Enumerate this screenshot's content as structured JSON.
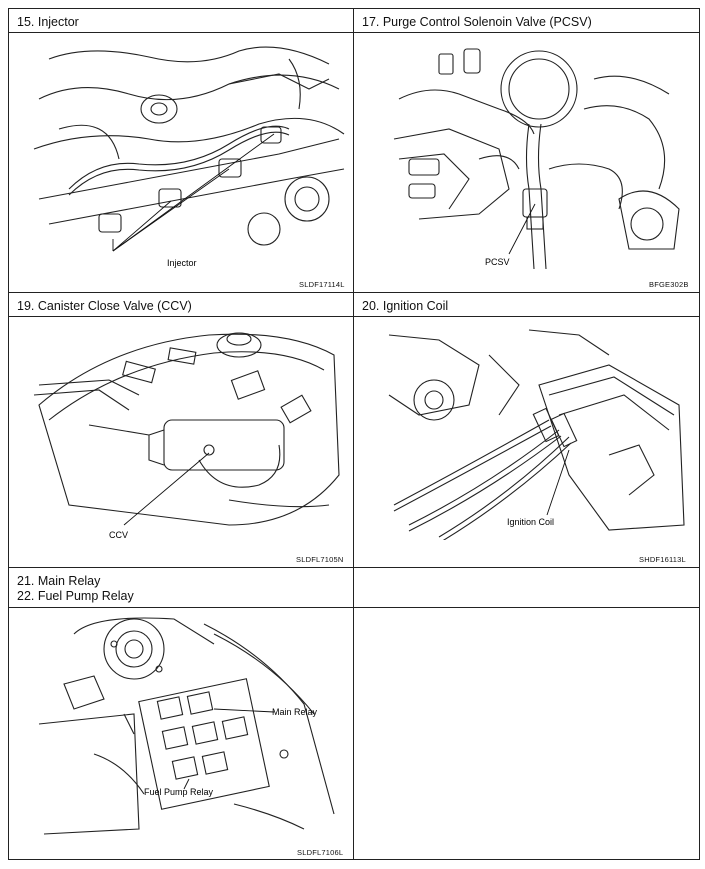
{
  "panels": [
    {
      "title": "15.  Injector",
      "callout": "Injector",
      "code": "SLDF17114L"
    },
    {
      "title": "17.  Purge Control Solenoin Valve (PCSV)",
      "callout": "PCSV",
      "code": "BFGE302B"
    },
    {
      "title": "19.  Canister Close Valve (CCV)",
      "callout": "CCV",
      "code": "SLDFL7105N"
    },
    {
      "title": "20.  Ignition Coil",
      "callout": "Ignition Coil",
      "code": "SHDF16113L"
    },
    {
      "title_lines": [
        "21.  Main Relay",
        "22.  Fuel Pump Relay"
      ],
      "callouts": [
        "Main Relay",
        "Fuel Pump Relay"
      ],
      "code": "SLDFL7106L"
    }
  ]
}
